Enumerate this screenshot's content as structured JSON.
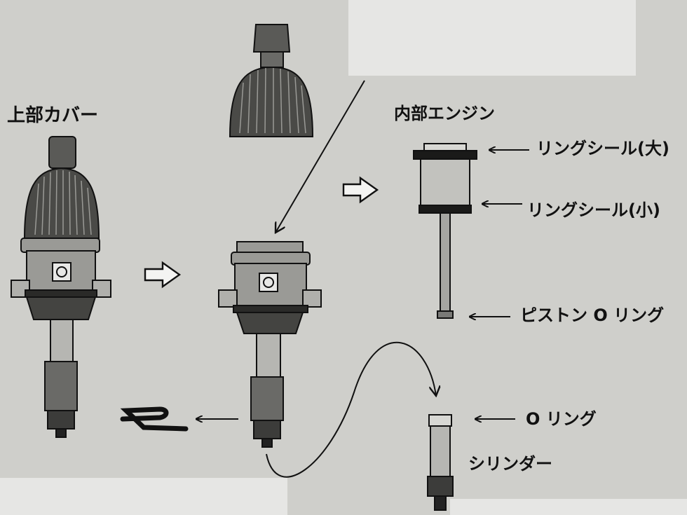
{
  "labels": {
    "top_cover": "上部カバー",
    "inner_engine": "内部エンジン",
    "ring_seal_large": "リングシール(大)",
    "ring_seal_small": "リングシール(小)",
    "piston_o_ring": "ピストン O リング",
    "o_ring": "O リング",
    "cylinder": "シリンダー"
  },
  "colors": {
    "paper": "#cfcfcb",
    "ink": "#111111",
    "body_gray": "#8a8a86",
    "dark_gray": "#3c3c3a",
    "light_gray": "#c2c2be",
    "mask": "#e6e6e4"
  },
  "icons": [
    "hollow-right-arrow-icon",
    "left-arrow-icon",
    "diagonal-arrow-icon",
    "curved-arrow-icon"
  ]
}
